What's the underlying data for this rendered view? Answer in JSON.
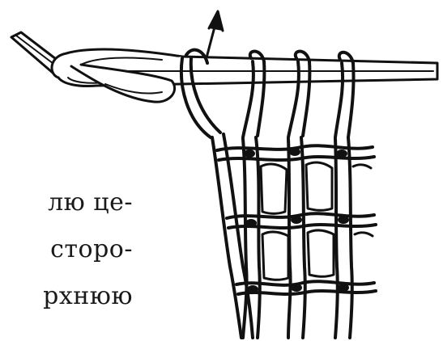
{
  "page_text": {
    "lines": [
      "лю це-",
      "сторо-",
      "рхнюю",
      "        "
    ]
  },
  "illustration": {
    "subject": "crochet-hook-with-loops",
    "stroke_color": "#111111",
    "fill_color": "#ffffff"
  }
}
